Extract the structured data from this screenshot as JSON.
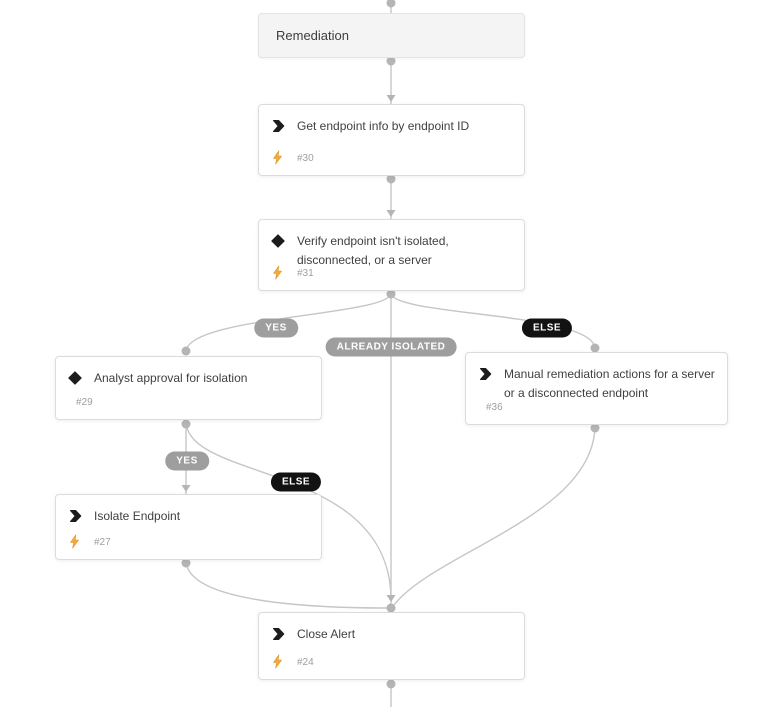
{
  "colors": {
    "edge": "#c6c6c6",
    "node_border": "#dcdcdc",
    "section_bg": "#f4f4f4",
    "pill_gray": "#9e9e9e",
    "pill_black": "#121212",
    "bolt_accent": "#f2aa3c",
    "title_text": "#404040",
    "task_id_text": "#9e9e9e"
  },
  "diagram": {
    "nodes": [
      {
        "title": "Remediation"
      },
      {
        "title": "Get endpoint info by endpoint ID",
        "task_id": "#30"
      },
      {
        "title": "Verify endpoint isn't isolated, disconnected, or a server",
        "task_id": "#31"
      },
      {
        "title": "Analyst approval for isolation",
        "task_id": "#29"
      },
      {
        "title": "Manual remediation actions for a server or a disconnected endpoint",
        "task_id": "#36"
      },
      {
        "title": "Isolate Endpoint",
        "task_id": "#27"
      },
      {
        "title": "Close Alert",
        "task_id": "#24"
      }
    ],
    "edge_labels": [
      {
        "text": "YES",
        "style": "gray"
      },
      {
        "text": "ALREADY ISOLATED",
        "style": "gray"
      },
      {
        "text": "ELSE",
        "style": "black"
      },
      {
        "text": "YES",
        "style": "gray"
      },
      {
        "text": "ELSE",
        "style": "black"
      }
    ]
  }
}
